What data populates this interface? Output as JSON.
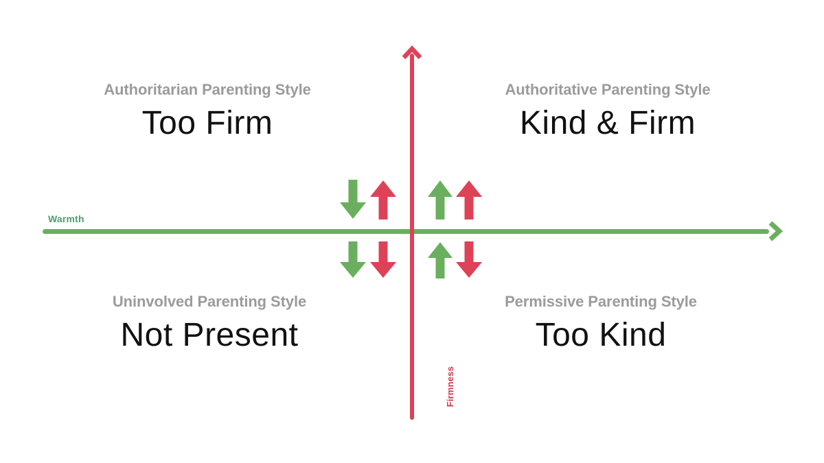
{
  "diagram": {
    "title": "Parenting Styles Warmth vs Firmness Matrix",
    "type": "quadrant-matrix"
  },
  "colors": {
    "green": "#6aaf5e",
    "red": "#dd4257",
    "green_label": "#4f9e6a",
    "red_label": "#d6344b",
    "subtitle_gray": "#9b9b9b",
    "title_black": "#111111",
    "background": "#ffffff"
  },
  "axes": {
    "horizontal": {
      "label": "Warmth",
      "color": "#6aaf5e",
      "direction": "right"
    },
    "vertical": {
      "label": "Firmness",
      "color": "#dd4257",
      "direction": "up"
    }
  },
  "quadrants": [
    {
      "id": "top-left",
      "subtitle": "Authoritarian Parenting Style",
      "title": "Too Firm",
      "warmth": "low",
      "firmness": "high",
      "arrows": [
        {
          "color": "green",
          "direction": "down",
          "meaning": "low warmth"
        },
        {
          "color": "red",
          "direction": "up",
          "meaning": "high firmness"
        }
      ]
    },
    {
      "id": "top-right",
      "subtitle": "Authoritative Parenting Style",
      "title": "Kind & Firm",
      "warmth": "high",
      "firmness": "high",
      "arrows": [
        {
          "color": "green",
          "direction": "up",
          "meaning": "high warmth"
        },
        {
          "color": "red",
          "direction": "up",
          "meaning": "high firmness"
        }
      ]
    },
    {
      "id": "bottom-left",
      "subtitle": "Uninvolved Parenting Style",
      "title": "Not Present",
      "warmth": "low",
      "firmness": "low",
      "arrows": [
        {
          "color": "green",
          "direction": "down",
          "meaning": "low warmth"
        },
        {
          "color": "red",
          "direction": "down",
          "meaning": "low firmness"
        }
      ]
    },
    {
      "id": "bottom-right",
      "subtitle": "Permissive Parenting Style",
      "title": "Too Kind",
      "warmth": "high",
      "firmness": "low",
      "arrows": [
        {
          "color": "green",
          "direction": "up",
          "meaning": "high warmth"
        },
        {
          "color": "red",
          "direction": "down",
          "meaning": "low firmness"
        }
      ]
    }
  ]
}
